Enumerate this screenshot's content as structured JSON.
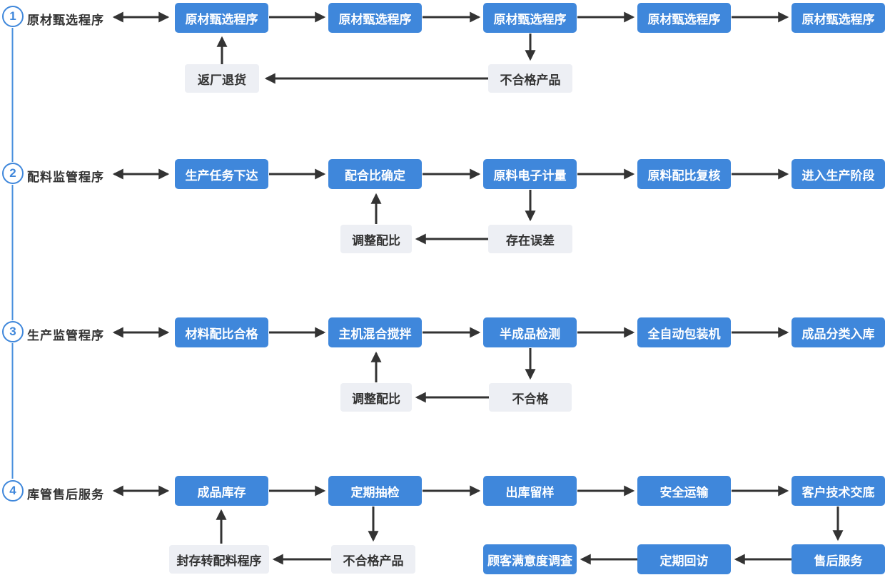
{
  "diagram": {
    "colors": {
      "node_blue": "#3F87DB",
      "sub_gray": "#EDEFF4",
      "arrow": "#333333",
      "text_dark": "#333333",
      "circle_blue": "#3F87DB",
      "connector_blue": "#4A90DE"
    },
    "rows": [
      {
        "number": "1",
        "label": "原材甄选程序",
        "nodes": [
          "原材甄选程序",
          "原材甄选程序",
          "原材甄选程序",
          "原材甄选程序",
          "原材甄选程序"
        ],
        "sub_nodes": [
          "返厂退货",
          "不合格产品"
        ]
      },
      {
        "number": "2",
        "label": "配料监管程序",
        "nodes": [
          "生产任务下达",
          "配合比确定",
          "原料电子计量",
          "原料配比复核",
          "进入生产阶段"
        ],
        "sub_nodes": [
          "调整配比",
          "存在误差"
        ]
      },
      {
        "number": "3",
        "label": "生产监管程序",
        "nodes": [
          "材料配比合格",
          "主机混合搅拌",
          "半成品检测",
          "全自动包装机",
          "成品分类入库"
        ],
        "sub_nodes": [
          "调整配比",
          "不合格"
        ]
      },
      {
        "number": "4",
        "label": "库管售后服务",
        "nodes": [
          "成品库存",
          "定期抽检",
          "出库留样",
          "安全运输",
          "客户技术交底"
        ],
        "sub_nodes": [
          "封存转配料程序",
          "不合格产品"
        ],
        "bottom_nodes": [
          "顾客满意度调查",
          "定期回访",
          "售后服务"
        ]
      }
    ]
  }
}
